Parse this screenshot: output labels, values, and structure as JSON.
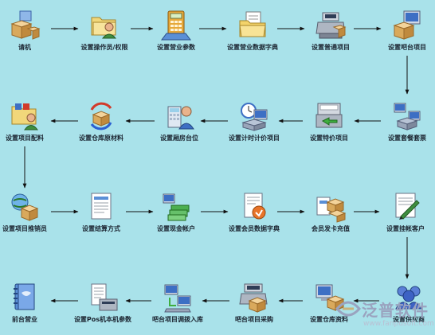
{
  "nodes": [
    {
      "id": "n1",
      "label": "请机",
      "icon": "boxes-icon"
    },
    {
      "id": "n2",
      "label": "设置操作员/权限",
      "icon": "folder-user-icon"
    },
    {
      "id": "n3",
      "label": "设置营业参数",
      "icon": "calculator-icon"
    },
    {
      "id": "n4",
      "label": "设置营业数据字典",
      "icon": "folder-documents-icon"
    },
    {
      "id": "n5",
      "label": "设置普通项目",
      "icon": "cash-register-icon"
    },
    {
      "id": "n6",
      "label": "设置吧台项目",
      "icon": "computer-box-icon"
    },
    {
      "id": "n7",
      "label": "设置套餐套票",
      "icon": "network-computers-icon"
    },
    {
      "id": "n8",
      "label": "设置特价项目",
      "icon": "printer-transfer-icon"
    },
    {
      "id": "n9",
      "label": "设置计时计价项目",
      "icon": "clock-network-icon"
    },
    {
      "id": "n10",
      "label": "设置厢房台位",
      "icon": "user-calculator-icon"
    },
    {
      "id": "n11",
      "label": "设置仓库原材料",
      "icon": "box-refresh-icon"
    },
    {
      "id": "n12",
      "label": "设置项目配料",
      "icon": "user-folder-icon"
    },
    {
      "id": "n13",
      "label": "设置项目推销员",
      "icon": "globe-box-icon"
    },
    {
      "id": "n14",
      "label": "设置结算方式",
      "icon": "document-list-icon"
    },
    {
      "id": "n15",
      "label": "设置现金帐户",
      "icon": "money-network-icon"
    },
    {
      "id": "n16",
      "label": "设置会员数据字典",
      "icon": "document-check-icon"
    },
    {
      "id": "n17",
      "label": "会员发卡充值",
      "icon": "cards-boxes-icon"
    },
    {
      "id": "n18",
      "label": "设置挂帐客户",
      "icon": "pen-document-icon"
    },
    {
      "id": "n19",
      "label": "设置供应商",
      "icon": "users-icon"
    },
    {
      "id": "n20",
      "label": "设置仓库资料",
      "icon": "monitor-box-icon"
    },
    {
      "id": "n21",
      "label": "吧台项目采购",
      "icon": "register-box-icon"
    },
    {
      "id": "n22",
      "label": "吧台项目调拨入库",
      "icon": "computer-transfer-icon"
    },
    {
      "id": "n23",
      "label": "设置Pos机本机参数",
      "icon": "pos-printer-icon"
    },
    {
      "id": "n24",
      "label": "前台营业",
      "icon": "notebook-icon"
    }
  ],
  "watermark": {
    "text": "泛普软件",
    "url": "www.fanpusoft.com",
    "icon": "fanpu-logo-icon"
  }
}
